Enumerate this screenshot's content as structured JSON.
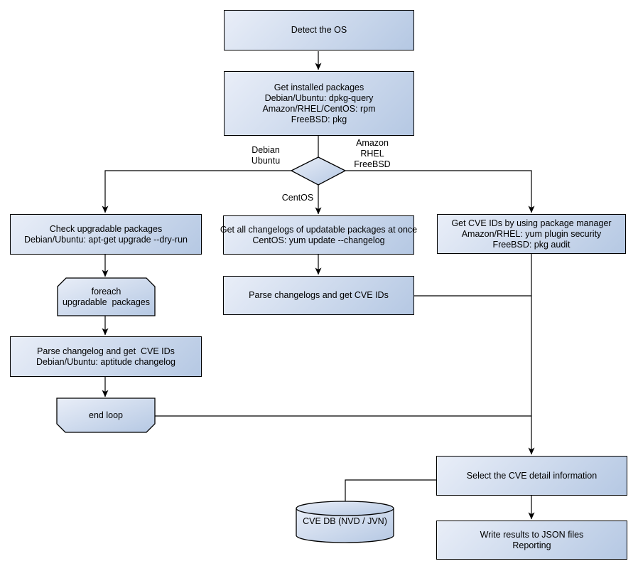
{
  "nodes": {
    "detect_os": "Detect the OS",
    "get_installed_packages": "Get installed packages\nDebian/Ubuntu: dpkg-query\nAmazon/RHEL/CentOS: rpm\nFreeBSD: pkg",
    "check_upgradable": "Check upgradable packages\nDebian/Ubuntu: apt-get upgrade --dry-run",
    "foreach_loop": "foreach\nupgradable  packages",
    "parse_changelog": "Parse changelog and get  CVE IDs\nDebian/Ubuntu: aptitude changelog",
    "end_loop": "end loop",
    "get_all_changelogs": "Get all changelogs of updatable packages at once\nCentOS: yum update --changelog",
    "parse_changelogs": "Parse changelogs and get CVE IDs",
    "get_cve_ids_pkg_mgr": "Get CVE IDs by using package manager\nAmazon/RHEL: yum plugin security\nFreeBSD: pkg audit",
    "select_cve_detail": "Select the CVE detail information",
    "cve_db": "CVE DB (NVD / JVN)",
    "write_results": "Write results to JSON files\nReporting"
  },
  "edge_labels": {
    "debian_ubuntu": "Debian\nUbuntu",
    "amazon_rhel_freebsd": "Amazon\nRHEL\nFreeBSD",
    "centos": "CentOS"
  },
  "colors": {
    "node_fill_light": "#e9eef8",
    "node_fill_dark": "#b5c8e3",
    "node_border": "#000000",
    "connector": "#000000",
    "background": "#ffffff"
  }
}
